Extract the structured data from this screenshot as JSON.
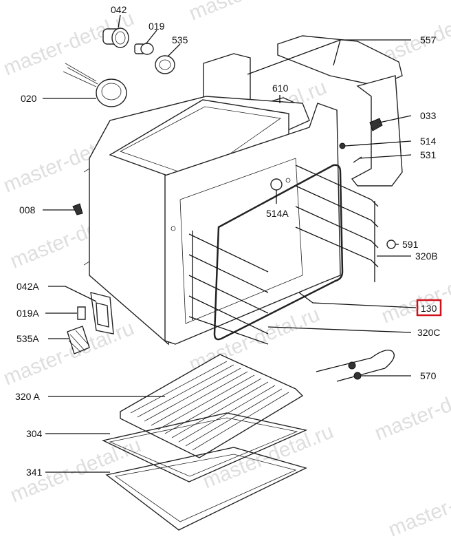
{
  "diagram": {
    "watermark": "master-detal.ru",
    "highlight_color": "#d0121b",
    "labels": {
      "p042": "042",
      "p019": "019",
      "p535": "535",
      "p557": "557",
      "p020": "020",
      "p610": "610",
      "p033": "033",
      "p514": "514",
      "p531": "531",
      "p008": "008",
      "p514A": "514A",
      "p591": "591",
      "p320B": "320B",
      "p130": "130",
      "p042A": "042A",
      "p019A": "019A",
      "p535A": "535A",
      "p320C": "320C",
      "p570": "570",
      "p320A": "320 A",
      "p304": "304",
      "p341": "341"
    }
  }
}
